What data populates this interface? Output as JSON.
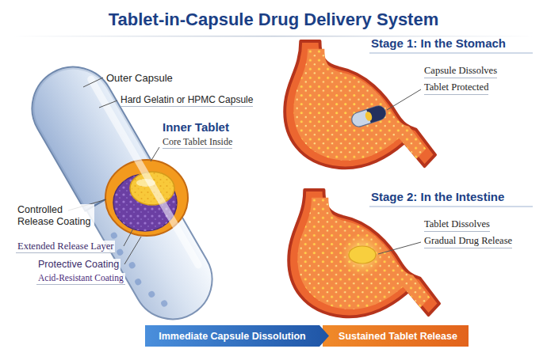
{
  "diagram": {
    "title": "Tablet-in-Capsule Drug Delivery System",
    "nodes": [
      {
        "text": [
          "Immediate Capsule Dissolution"
        ]
      },
      {
        "text": [
          "Sustained Tablet Release"
        ]
      }
    ],
    "labels": [
      "Outer Capsule",
      "Hard Gelatin or HPMC Capsule",
      "Inner Tablet",
      "Core Tablet Inside",
      "Controlled Release Coating",
      "Extended Release Layer",
      "Protective Coating",
      "Acid-Resistant Coating",
      "Stage 1: In the Stomach",
      "Capsule Dissolves",
      "Tablet Protected",
      "Stage 2: In the Intestine",
      "Tablet Dissolves",
      "Gradual Drug Release"
    ]
  }
}
